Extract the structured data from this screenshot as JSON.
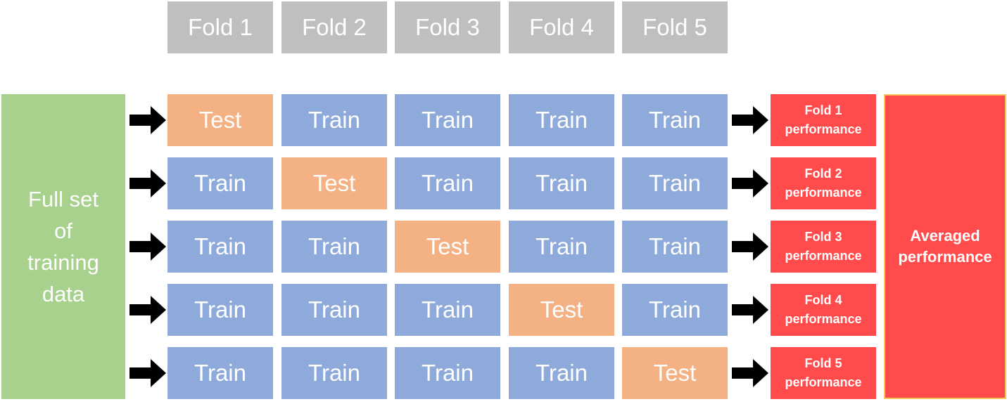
{
  "fold_headers": [
    "Fold 1",
    "Fold 2",
    "Fold 3",
    "Fold 4",
    "Fold 5"
  ],
  "full_set_lines": [
    "Full set",
    "of",
    "training",
    "data"
  ],
  "rows": [
    [
      "Test",
      "Train",
      "Train",
      "Train",
      "Train"
    ],
    [
      "Train",
      "Test",
      "Train",
      "Train",
      "Train"
    ],
    [
      "Train",
      "Train",
      "Test",
      "Train",
      "Train"
    ],
    [
      "Train",
      "Train",
      "Train",
      "Test",
      "Train"
    ],
    [
      "Train",
      "Train",
      "Train",
      "Train",
      "Test"
    ]
  ],
  "performance": [
    [
      "Fold 1",
      "performance"
    ],
    [
      "Fold 2",
      "performance"
    ],
    [
      "Fold 3",
      "performance"
    ],
    [
      "Fold 4",
      "performance"
    ],
    [
      "Fold 5",
      "performance"
    ]
  ],
  "averaged_lines": [
    "Averaged",
    "performance"
  ],
  "colors": {
    "header": "#bfbfbf",
    "train": "#8eaadb",
    "test": "#f4b183",
    "full_set": "#a9d18e",
    "performance": "#ff4b4b",
    "averaged_border": "#f7c65a",
    "arrow": "#000000"
  },
  "icons": {
    "row_arrow": "right-arrow-icon"
  }
}
